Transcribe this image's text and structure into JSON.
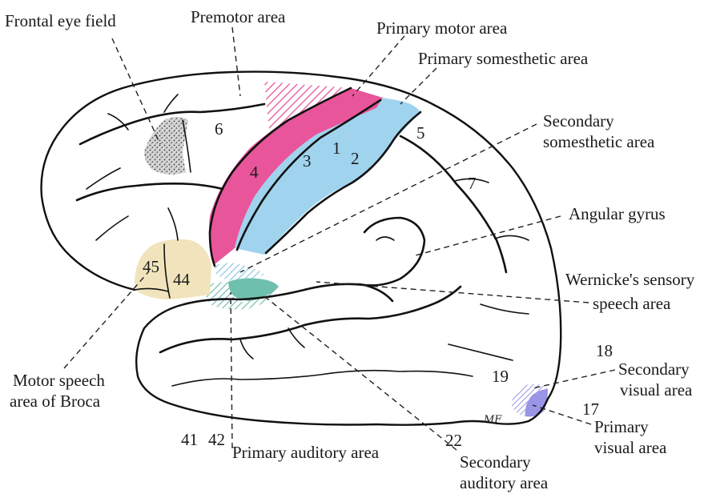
{
  "labels": {
    "frontal_eye_field": "Frontal eye field",
    "premotor_area": "Premotor area",
    "primary_motor_area": "Primary motor area",
    "primary_somesthetic_area": "Primary somesthetic area",
    "secondary_somesthetic_line1": "Secondary",
    "secondary_somesthetic_line2": "somesthetic area",
    "angular_gyrus": "Angular gyrus",
    "wernicke_line1": "Wernicke's sensory",
    "wernicke_line2": "speech area",
    "broca_line1": "Motor speech",
    "broca_line2": "area of Broca",
    "primary_auditory_area": "Primary auditory area",
    "secondary_auditory_line1": "Secondary",
    "secondary_auditory_line2": "auditory area",
    "secondary_visual_line1": "Secondary",
    "secondary_visual_line2": "visual area",
    "primary_visual_line1": "Primary",
    "primary_visual_line2": "visual area"
  },
  "area_numbers": {
    "n6": "6",
    "n4": "4",
    "n3": "3",
    "n1": "1",
    "n2": "2",
    "n5": "5",
    "n7": "7",
    "n45": "45",
    "n44": "44",
    "n41": "41",
    "n42": "42",
    "n22": "22",
    "n19": "19",
    "n18": "18",
    "n17": "17"
  },
  "signature": "MF",
  "colors": {
    "motor": "#e8559a",
    "somesthetic": "#9fd3ee",
    "broca": "#f1e4bc",
    "auditory": "#6fbfae",
    "visual": "#9a95e6",
    "frontal_eye_field": "#c9c9c9",
    "outline": "#111111"
  }
}
